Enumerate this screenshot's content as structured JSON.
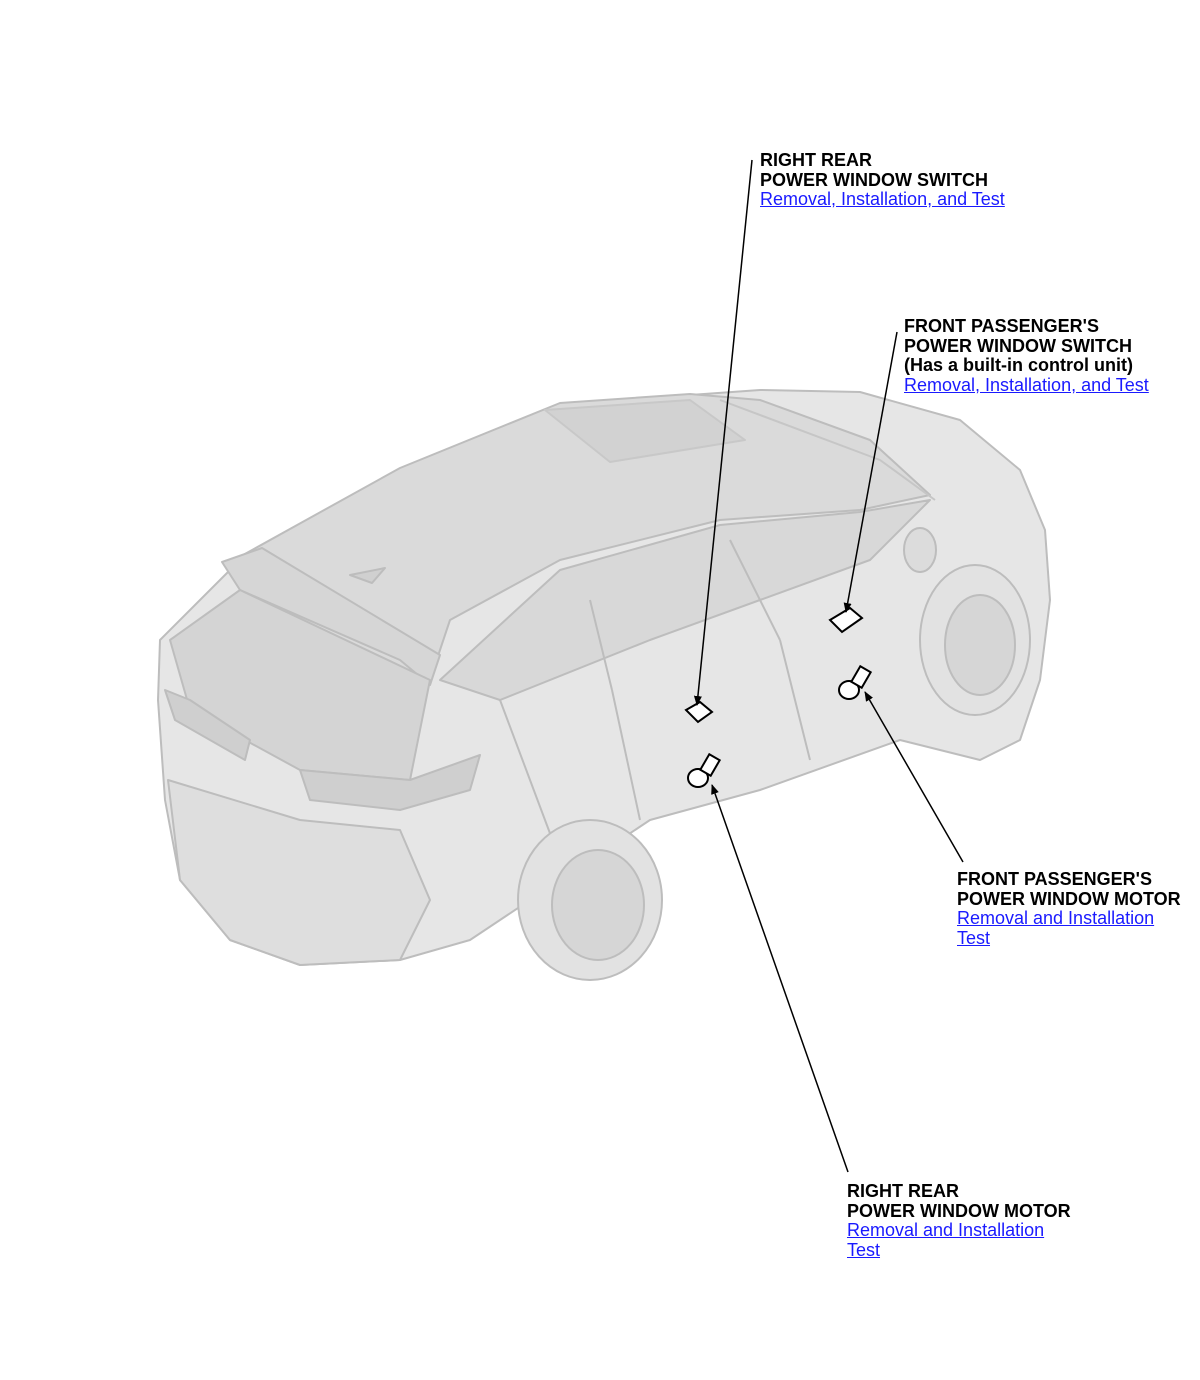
{
  "callouts": {
    "right_rear_switch": {
      "line1": "RIGHT REAR",
      "line2": "POWER WINDOW SWITCH",
      "link1": "Removal, Installation, and Test"
    },
    "front_passenger_switch": {
      "line1": "FRONT PASSENGER'S",
      "line2": "POWER WINDOW SWITCH",
      "line3": "(Has a built-in control unit)",
      "link1": "Removal, Installation, and Test"
    },
    "front_passenger_motor": {
      "line1": "FRONT PASSENGER'S",
      "line2": "POWER WINDOW MOTOR",
      "link1": "Removal and Installation",
      "link2": "Test"
    },
    "right_rear_motor": {
      "line1": "RIGHT REAR",
      "line2": "POWER WINDOW MOTOR",
      "link1": "Removal and Installation",
      "link2": "Test"
    }
  },
  "colors": {
    "link": "#1a1aff",
    "vehicle_fill": "#e6e6e6",
    "vehicle_outline": "#bdbdbd"
  }
}
